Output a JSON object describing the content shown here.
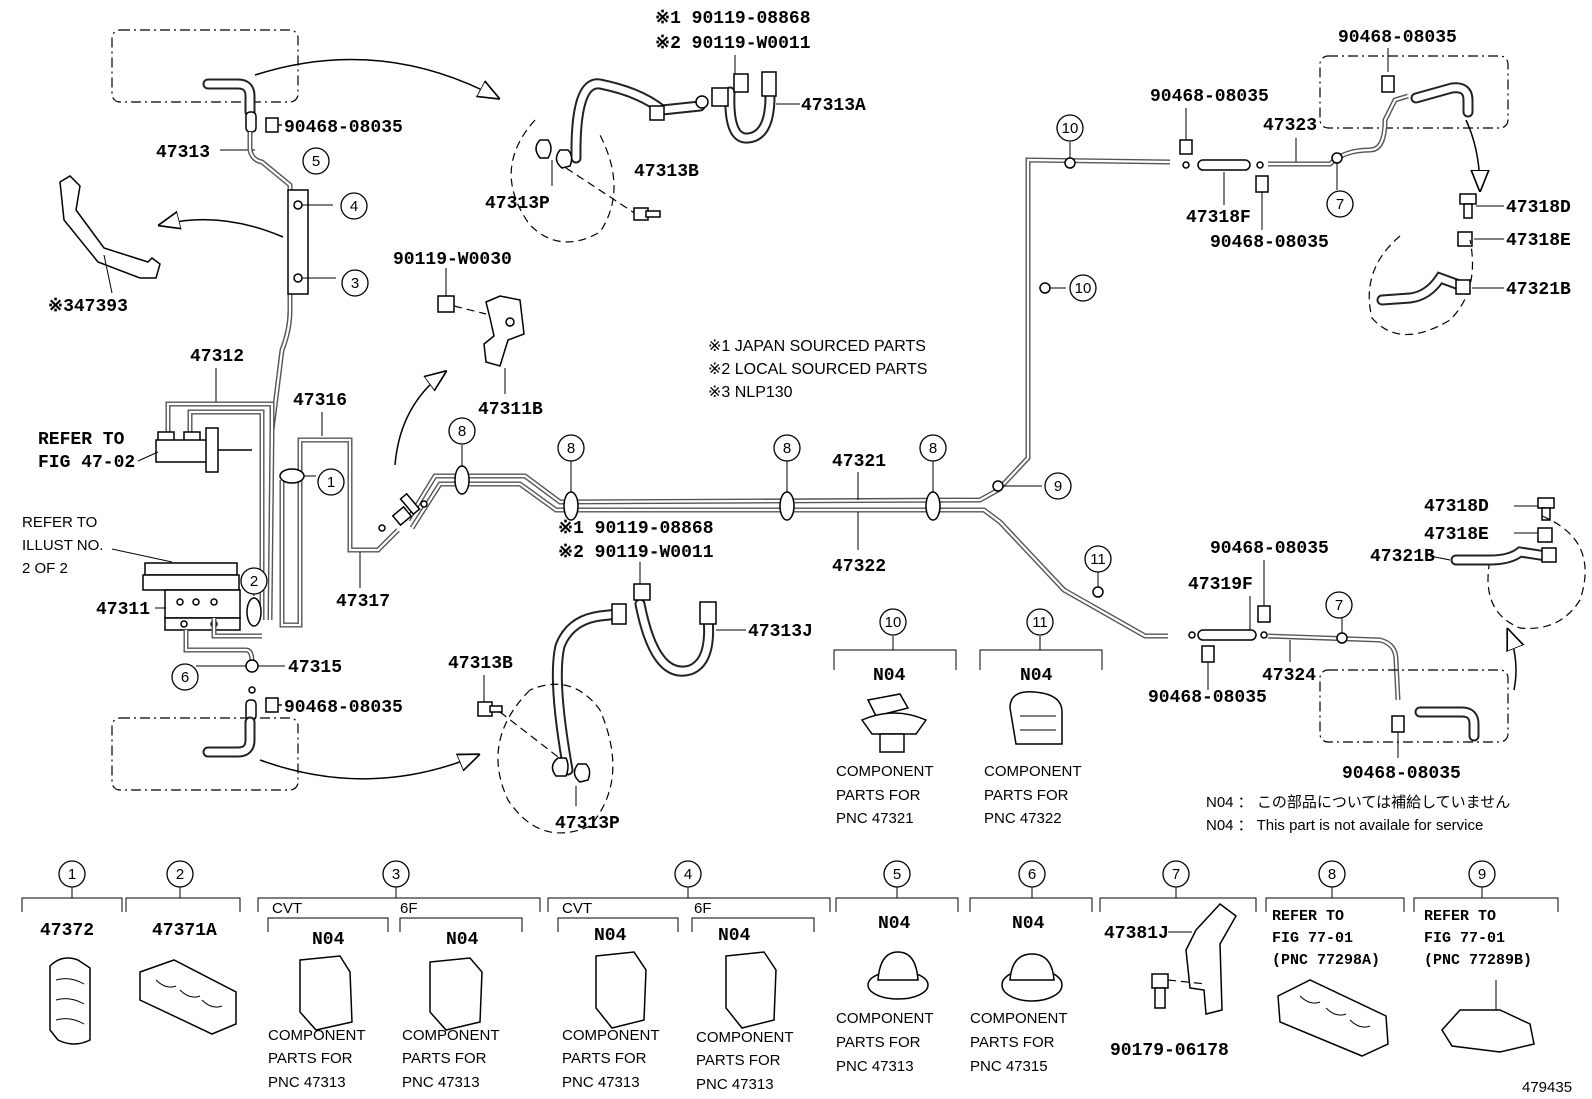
{
  "diagram": {
    "part_labels": {
      "47313": "47313",
      "47393": "※347393",
      "47312": "47312",
      "47316": "47316",
      "47311": "47311",
      "47317": "47317",
      "47315": "47315",
      "47313A": "47313A",
      "47313B_top": "47313B",
      "47313P_top": "47313P",
      "47311B": "47311B",
      "47321": "47321",
      "47322": "47322",
      "47313J": "47313J",
      "47313B_bottom": "47313B",
      "47313P_bottom": "47313P",
      "47323": "47323",
      "47318F": "47318F",
      "47318D_top": "47318D",
      "47318E_top": "47318E",
      "47321B_top": "47321B",
      "47318D_mid": "47318D",
      "47318E_mid": "47318E",
      "47321B_mid": "47321B",
      "47319F": "47319F",
      "47324": "47324"
    },
    "bolt_labels": {
      "clip_top_left": "90468-08035",
      "clip_bottom_left": "90468-08035",
      "top_j1": "※1 90119-08868",
      "top_j2": "※2 90119-W0011",
      "bolt_47311B": "90119-W0030",
      "mid_j1": "※1 90119-08868",
      "mid_j2": "※2 90119-W0011",
      "right_a": "90468-08035",
      "right_b": "90468-08035",
      "right_c": "90468-08035",
      "right_d": "90468-08035",
      "right_e": "90468-08035",
      "right_f": "90468-08035"
    },
    "refer_fig_47": [
      "REFER TO",
      "FIG 47-02"
    ],
    "refer_illust": [
      "REFER TO",
      "ILLUST NO.",
      "2 OF 2"
    ],
    "notes": [
      "※1 JAPAN SOURCED PARTS",
      "※2 LOCAL SOURCED PARTS",
      "※3 NLP130"
    ],
    "n04_notes": [
      "N04 ： この部品については補給していません",
      "N04 ： This part is not availale for service"
    ],
    "circle_numbers": [
      "1",
      "2",
      "3",
      "4",
      "5",
      "6",
      "7",
      "8",
      "9",
      "10",
      "11"
    ],
    "detail_10": {
      "number": "10",
      "code": "N04",
      "lines": [
        "COMPONENT",
        "PARTS FOR",
        "PNC 47321"
      ]
    },
    "detail_11": {
      "number": "11",
      "code": "N04",
      "lines": [
        "COMPONENT",
        "PARTS FOR",
        "PNC 47322"
      ]
    },
    "bottom": {
      "b1": {
        "number": "1",
        "part": "47372"
      },
      "b2": {
        "number": "2",
        "part": "47371A"
      },
      "b3": {
        "number": "3",
        "left": "CVT",
        "right": "6F",
        "code": "N04",
        "lines": [
          "COMPONENT",
          "PARTS FOR",
          "PNC 47313"
        ]
      },
      "b4": {
        "number": "4",
        "left": "CVT",
        "right": "6F",
        "code": "N04",
        "lines": [
          "COMPONENT",
          "PARTS FOR",
          "PNC 47313"
        ]
      },
      "b5": {
        "number": "5",
        "code": "N04",
        "lines": [
          "COMPONENT",
          "PARTS FOR",
          "PNC 47313"
        ]
      },
      "b6": {
        "number": "6",
        "code": "N04",
        "lines": [
          "COMPONENT",
          "PARTS FOR",
          "PNC 47315"
        ]
      },
      "b7": {
        "number": "7",
        "part": "47381J",
        "bolt": "90179-06178"
      },
      "b8": {
        "number": "8",
        "lines": [
          "REFER TO",
          "FIG 77-01",
          "(PNC 77298A)"
        ]
      },
      "b9": {
        "number": "9",
        "lines": [
          "REFER TO",
          "FIG 77-01",
          "(PNC 77289B)"
        ]
      }
    },
    "illustration_id": "479435"
  }
}
